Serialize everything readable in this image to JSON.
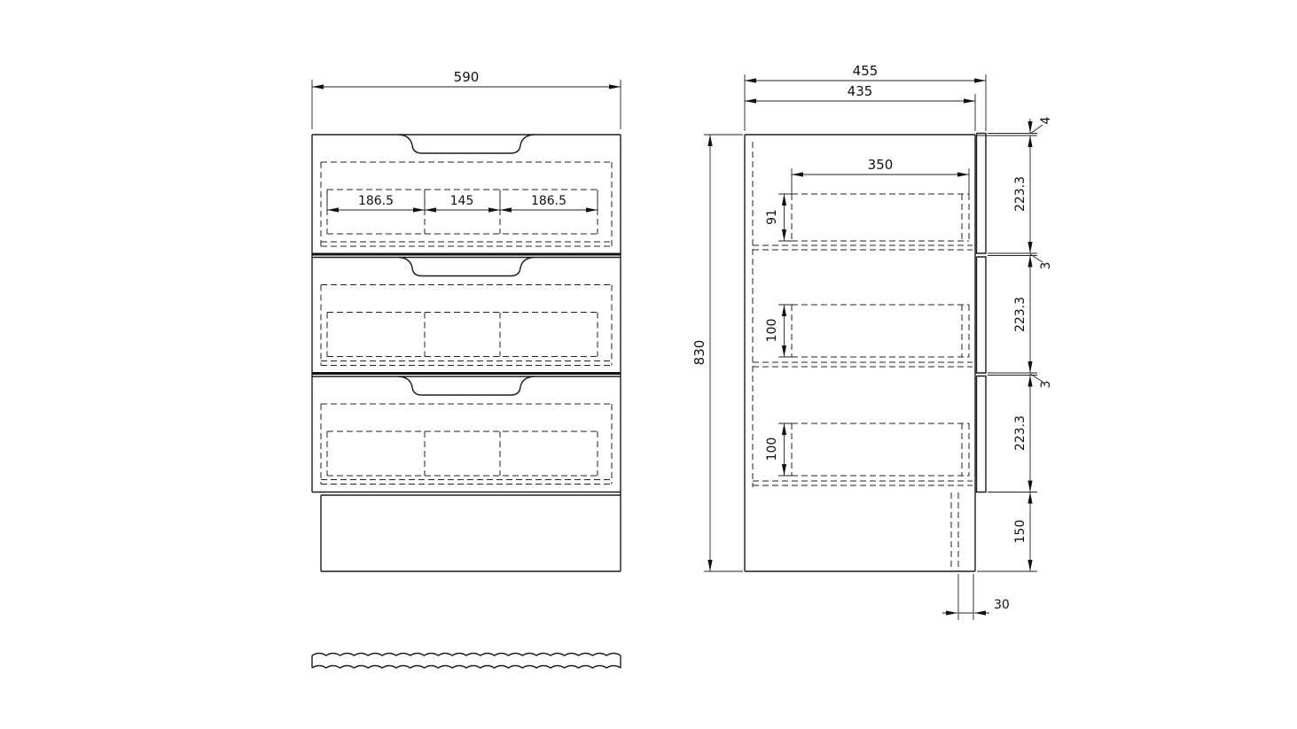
{
  "front_view": {
    "overall_width": "590",
    "drawer_internal_widths": [
      "186.5",
      "145",
      "186.5"
    ]
  },
  "side_view": {
    "overall_depth": "455",
    "carcass_depth": "435",
    "overall_height": "830",
    "drawer_runner_length": "350",
    "drawer_internal_heights": [
      "91",
      "100",
      "100"
    ],
    "front_top_gap": "4",
    "drawer_front_heights": [
      "223.3",
      "223.3",
      "223.3"
    ],
    "drawer_gaps": [
      "3",
      "3"
    ],
    "plinth_height": "150",
    "plinth_setback": "30"
  }
}
